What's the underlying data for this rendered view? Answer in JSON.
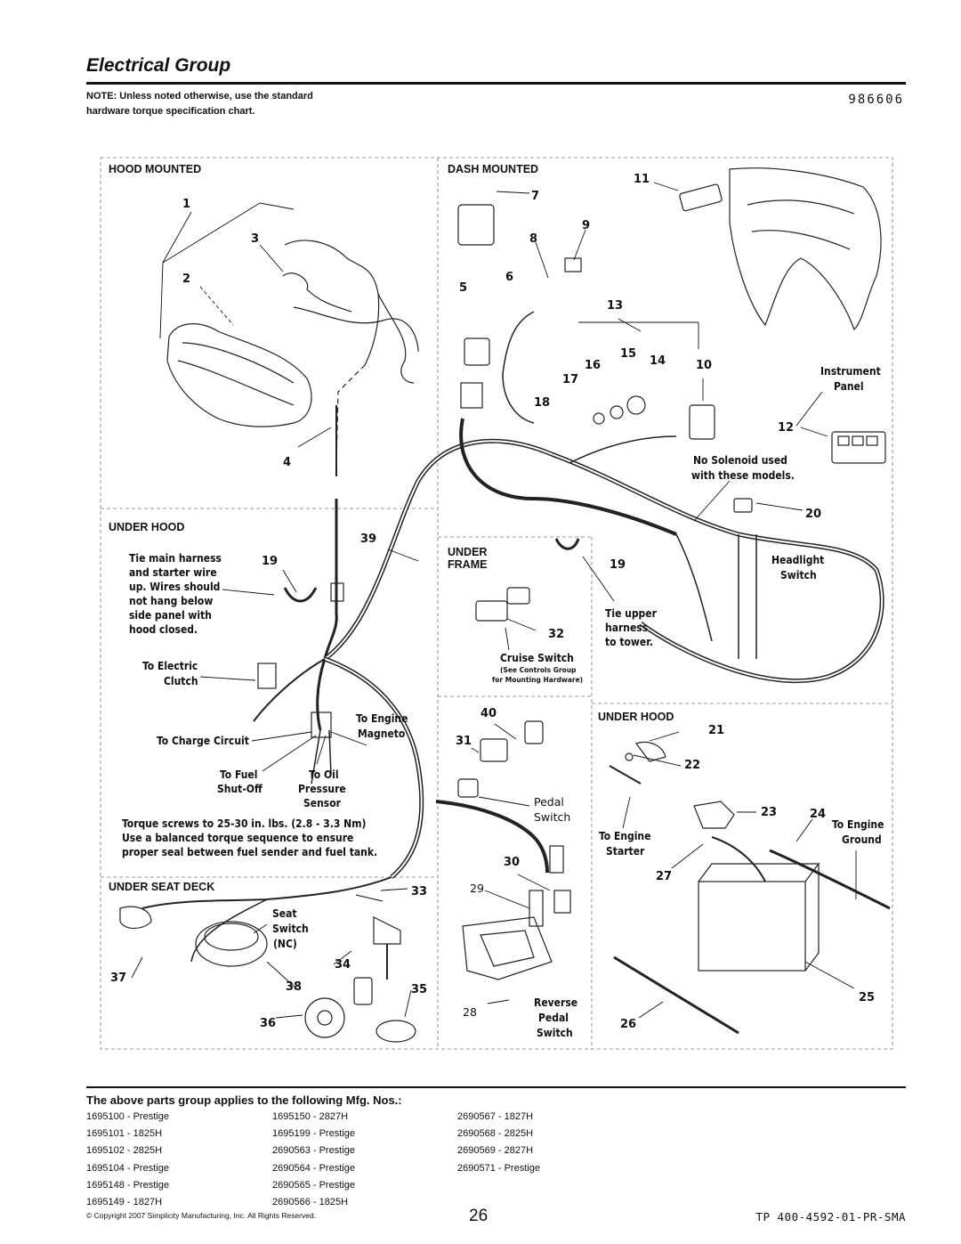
{
  "header": {
    "title": "Electrical Group",
    "doc_number": "986606",
    "note": "NOTE: Unless noted otherwise, use the standard hardware torque specification chart."
  },
  "sections": {
    "hood_mounted": "HOOD MOUNTED",
    "dash_mounted": "DASH MOUNTED",
    "under_hood_left": "UNDER HOOD",
    "under_frame_1": "UNDER",
    "under_frame_2": "FRAME",
    "under_hood_right": "UNDER HOOD",
    "under_seat_deck": "UNDER SEAT DECK"
  },
  "labels": {
    "tie_main": [
      "Tie main harness",
      "and starter wire",
      "up. Wires should",
      "not hang below",
      "side panel with",
      "hood closed."
    ],
    "to_electric": "To Electric",
    "clutch": "Clutch",
    "to_engine_magneto_1": "To Engine",
    "to_engine_magneto_2": "Magneto",
    "to_charge": "To Charge Circuit",
    "to_fuel_1": "To Fuel",
    "to_fuel_2": "Shut-Off",
    "to_oil_1": "To Oil",
    "to_oil_2": "Pressure",
    "to_oil_3": "Sensor",
    "torque": [
      "Torque screws to 25-30 in. lbs. (2.8 - 3.3 Nm)",
      "Use a balanced torque sequence to ensure",
      "proper seal between fuel sender and fuel tank."
    ],
    "instrument_1": "Instrument",
    "instrument_2": "Panel",
    "no_solenoid_1": "No Solenoid used",
    "no_solenoid_2": "with these models.",
    "headlight_1": "Headlight",
    "headlight_2": "Switch",
    "tie_upper": [
      "Tie upper",
      "harness",
      "to tower."
    ],
    "cruise": "Cruise Switch",
    "cruise_note_1": "(See Controls Group",
    "cruise_note_2": "for Mounting Hardware)",
    "pedal_1": "Pedal",
    "pedal_2": "Switch",
    "seat_1": "Seat",
    "seat_2": "Switch",
    "seat_3": "(NC)",
    "reverse_1": "Reverse",
    "reverse_2": "Pedal",
    "reverse_3": "Switch",
    "to_engine_starter_1": "To Engine",
    "to_engine_starter_2": "Starter",
    "to_engine_ground_1": "To Engine",
    "to_engine_ground_2": "Ground"
  },
  "callouts": [
    "1",
    "2",
    "3",
    "4",
    "5",
    "6",
    "7",
    "8",
    "9",
    "10",
    "11",
    "12",
    "13",
    "14",
    "15",
    "16",
    "17",
    "18",
    "19",
    "19",
    "20",
    "21",
    "22",
    "23",
    "24",
    "25",
    "26",
    "27",
    "28",
    "29",
    "30",
    "31",
    "32",
    "33",
    "34",
    "35",
    "36",
    "37",
    "38",
    "39",
    "40"
  ],
  "applies": {
    "heading": "The above parts group applies to the following Mfg. Nos.:",
    "columns": [
      [
        "1695100 - Prestige",
        "1695101 - 1825H",
        "1695102 - 2825H",
        "1695104 - Prestige",
        "1695148 - Prestige",
        "1695149 - 1827H"
      ],
      [
        "1695150 - 2827H",
        "1695199 - Prestige",
        "2690563 - Prestige",
        "2690564 - Prestige",
        "2690565 - Prestige",
        "2690566 - 1825H"
      ],
      [
        "2690567 - 1827H",
        "2690568 - 2825H",
        "2690569 - 2827H",
        "2690571 - Prestige"
      ]
    ]
  },
  "footer": {
    "copyright": "© Copyright 2007 Simplicity Manufacturing, Inc. All Rights Reserved.",
    "page": "26",
    "tp": "TP 400-4592-01-PR-SMA"
  }
}
